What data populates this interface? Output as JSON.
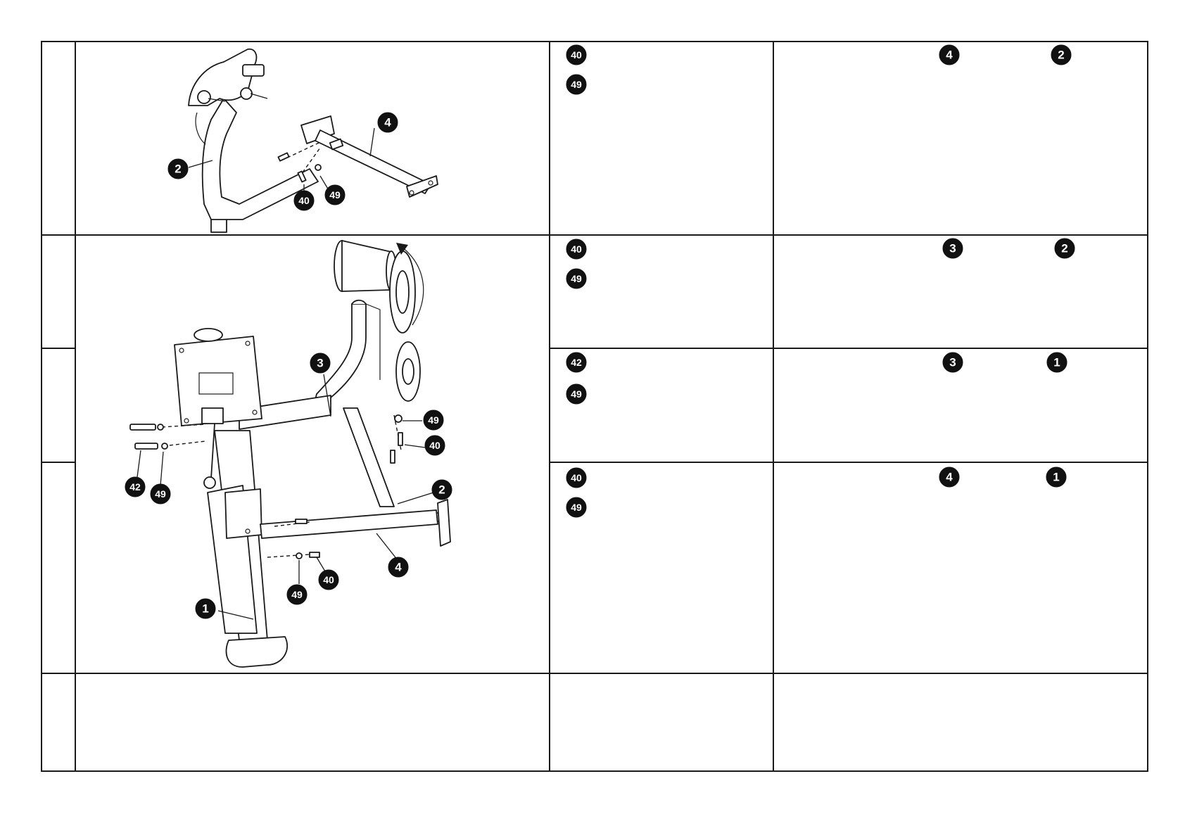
{
  "table": {
    "rows": [
      {
        "hardware": [
          "40",
          "49"
        ],
        "parts": [
          "4",
          "2"
        ]
      },
      {
        "hardware": [
          "40",
          "49"
        ],
        "parts": [
          "3",
          "2"
        ]
      },
      {
        "hardware": [
          "42",
          "49"
        ],
        "parts": [
          "3",
          "1"
        ]
      },
      {
        "hardware": [
          "40",
          "49"
        ],
        "parts": [
          "4",
          "1"
        ]
      },
      {
        "hardware": [],
        "parts": []
      }
    ]
  },
  "diagram_top": {
    "callouts": [
      "2",
      "4",
      "40",
      "49"
    ]
  },
  "diagram_main": {
    "callouts": [
      "3",
      "49",
      "40",
      "42",
      "49",
      "2",
      "4",
      "49",
      "40",
      "1"
    ]
  },
  "colors": {
    "line": "#1a1a1a",
    "badge": "#111111",
    "background": "#ffffff"
  }
}
